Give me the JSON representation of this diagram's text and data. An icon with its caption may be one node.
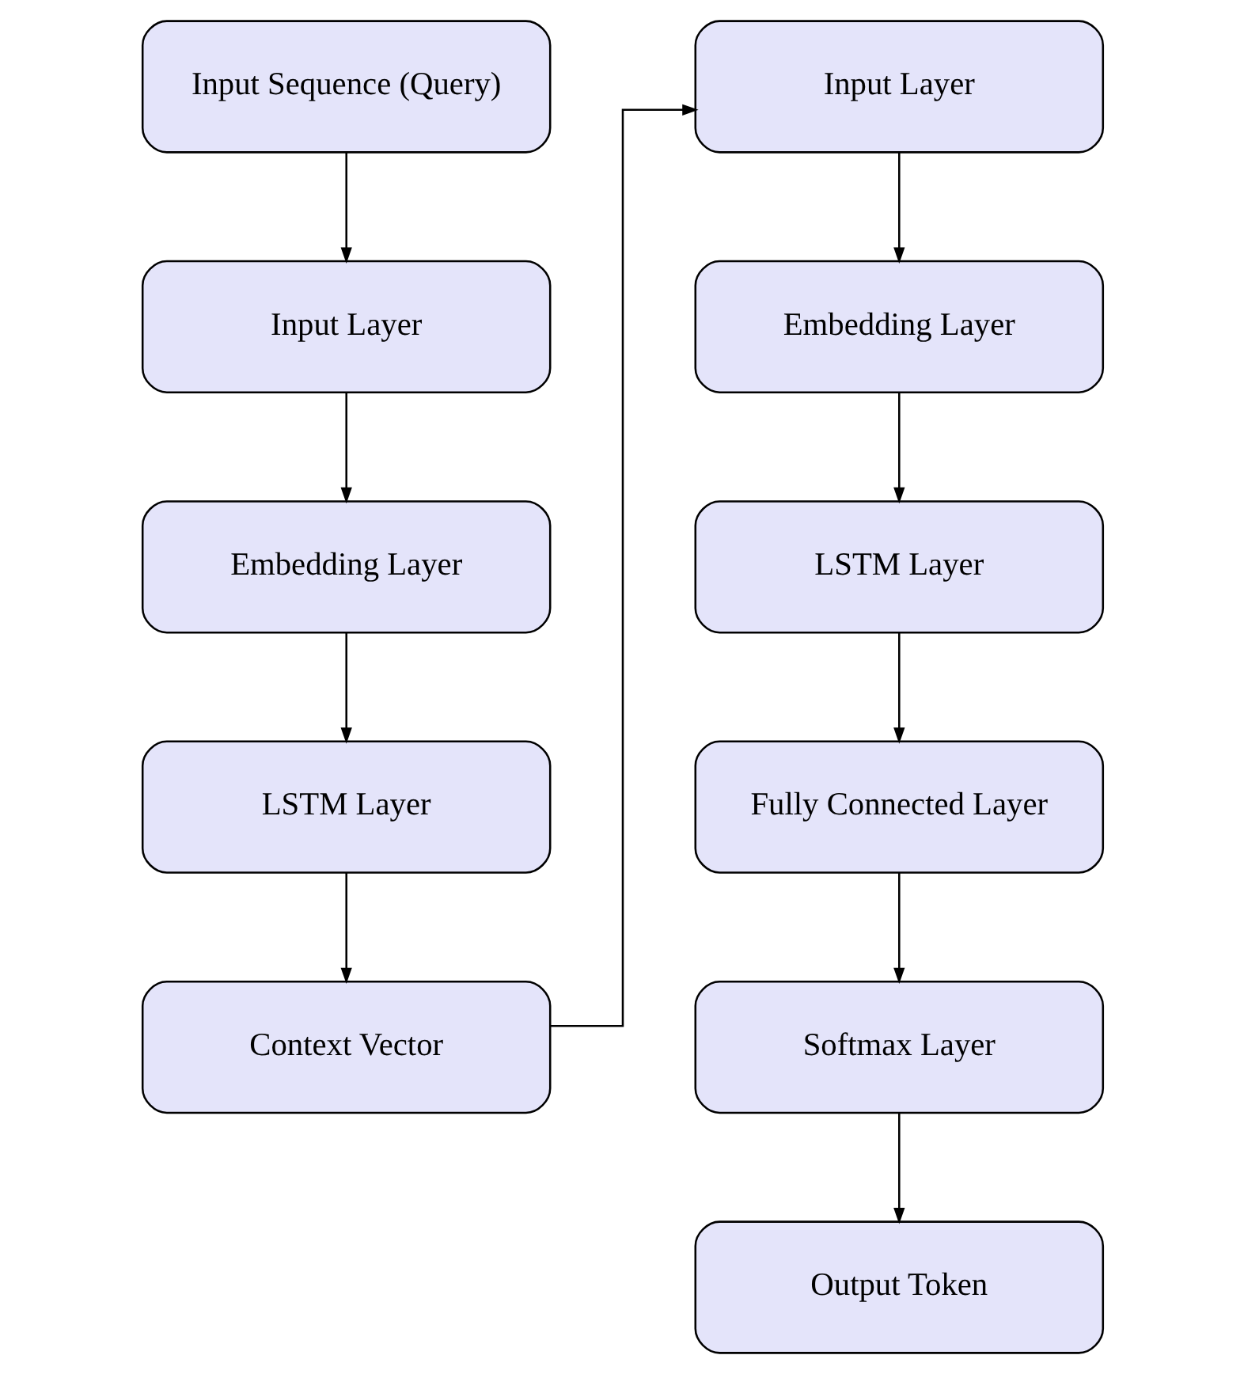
{
  "diagram": {
    "nodes": [
      {
        "text": [
          "Input Sequence (Query)"
        ]
      },
      {
        "text": [
          "Input Layer"
        ]
      },
      {
        "text": [
          "Embedding Layer"
        ]
      },
      {
        "text": [
          "LSTM Layer"
        ]
      },
      {
        "text": [
          "Context Vector"
        ]
      },
      {
        "text": [
          "Input Layer"
        ]
      },
      {
        "text": [
          "Embedding Layer"
        ]
      },
      {
        "text": [
          "LSTM Layer"
        ]
      },
      {
        "text": [
          "Fully Connected Layer"
        ]
      },
      {
        "text": [
          "Softmax Layer"
        ]
      },
      {
        "text": [
          "Output Token"
        ]
      }
    ],
    "edges": [
      {
        "from": 0,
        "to": 1,
        "arrow": "to"
      },
      {
        "from": 1,
        "to": 2,
        "arrow": "to"
      },
      {
        "from": 2,
        "to": 3,
        "arrow": "to"
      },
      {
        "from": 3,
        "to": 4,
        "arrow": "to"
      },
      {
        "from": 4,
        "to": 5,
        "arrow": "to"
      },
      {
        "from": 5,
        "to": 6,
        "arrow": "to"
      },
      {
        "from": 6,
        "to": 7,
        "arrow": "to"
      },
      {
        "from": 7,
        "to": 8,
        "arrow": "to"
      },
      {
        "from": 8,
        "to": 9,
        "arrow": "to"
      },
      {
        "from": 9,
        "to": 10,
        "arrow": "to"
      }
    ]
  }
}
